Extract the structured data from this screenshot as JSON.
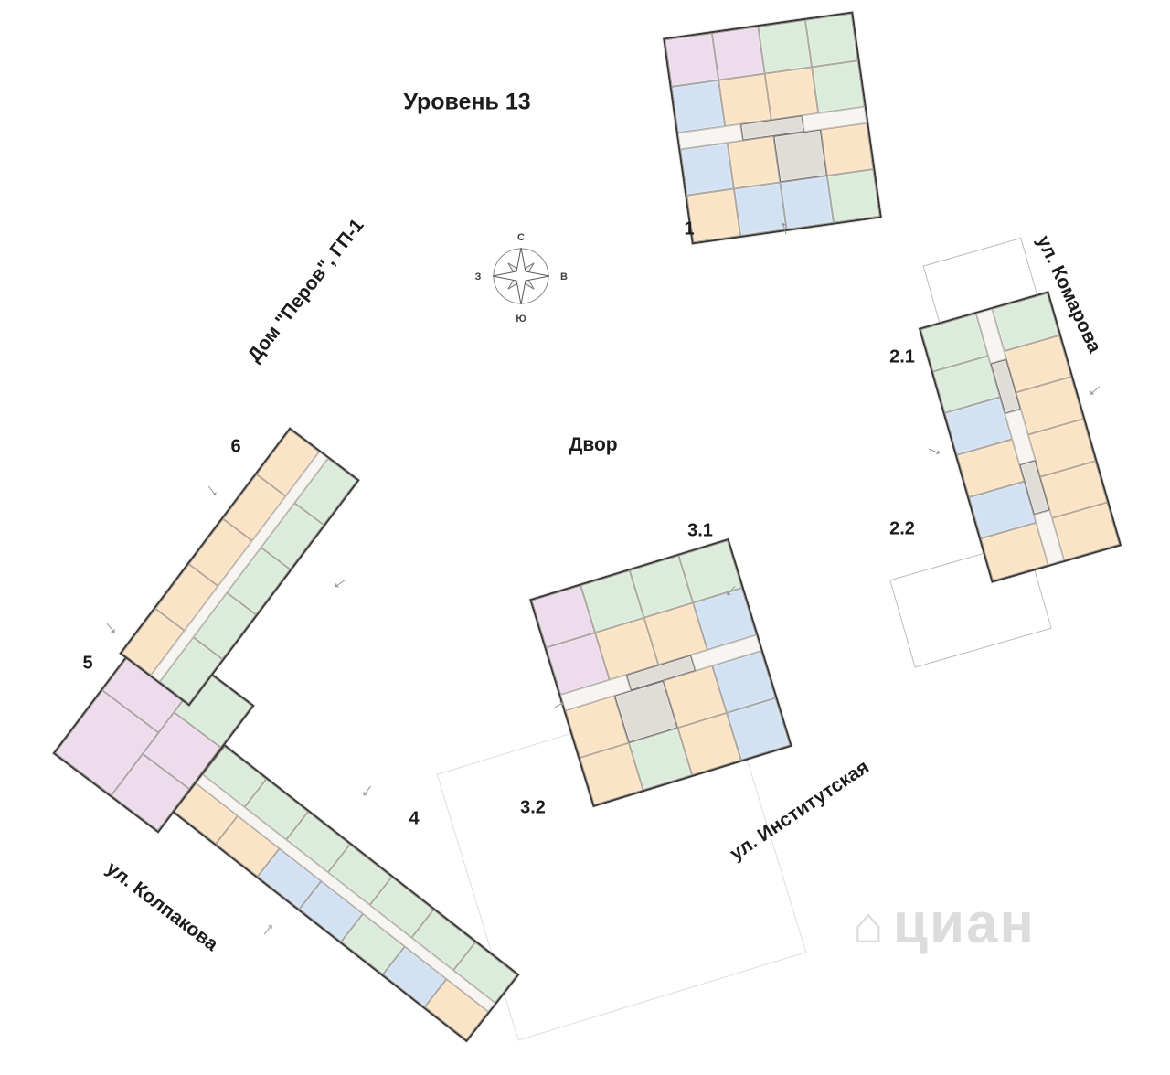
{
  "title": "Уровень 13",
  "project_name": "Дом \"Перов\", ГП-1",
  "courtyard_label": "Двор",
  "compass": {
    "north": "С",
    "east": "В",
    "south": "Ю",
    "west": "З"
  },
  "streets": [
    "ул. Комарова",
    "ул. Институтская",
    "ул. Колпакова"
  ],
  "section_labels": [
    "1",
    "2.1",
    "2.2",
    "3.1",
    "3.2",
    "4",
    "5",
    "6"
  ],
  "watermark": {
    "text": "циан"
  },
  "icons": {
    "entrance_arrow": "↑",
    "cian_logo": "⌂"
  },
  "palette": {
    "orange": "#fbe4c6",
    "green": "#dcecdc",
    "blue": "#d2e2f2",
    "pink": "#ecdcec",
    "hall": "#f7f5f2",
    "core": "#e0ddd9",
    "white": "#ffffff"
  },
  "plans": [
    {
      "building": "1",
      "stripes": [
        {
          "h": 1,
          "cells": [
            "pink",
            "pink",
            "green",
            "green"
          ]
        },
        {
          "h": 1,
          "cells": [
            "blue",
            "orange",
            "orange",
            "green"
          ]
        },
        {
          "h": 0.33,
          "cells": [
            "hall",
            "core",
            "hall"
          ]
        },
        {
          "h": 1,
          "cells": [
            "blue",
            "orange",
            "core",
            "orange"
          ]
        },
        {
          "h": 1,
          "cells": [
            "orange",
            "blue",
            "blue",
            "green"
          ]
        }
      ]
    },
    {
      "building": "2",
      "stripes": [
        {
          "h": 1,
          "cells": [
            "green",
            "orange",
            "orange",
            "orange",
            "orange",
            "orange"
          ]
        },
        {
          "h": 0.3,
          "cells": [
            "hall",
            "core",
            "hall",
            "core",
            "hall"
          ]
        },
        {
          "h": 1,
          "cells": [
            "green",
            "green",
            "blue",
            "orange",
            "blue",
            "orange"
          ]
        }
      ]
    },
    {
      "building": "3",
      "stripes": [
        {
          "h": 1,
          "cells": [
            "pink",
            "green",
            "green",
            "green"
          ]
        },
        {
          "h": 1,
          "cells": [
            "pink",
            "orange",
            "orange",
            "blue"
          ]
        },
        {
          "h": 0.33,
          "cells": [
            "hall",
            "core",
            "hall"
          ]
        },
        {
          "h": 1,
          "cells": [
            "orange",
            "core",
            "orange",
            "blue"
          ]
        },
        {
          "h": 1,
          "cells": [
            "orange",
            "green",
            "orange",
            "blue"
          ]
        }
      ]
    },
    {
      "building": "4",
      "stripes": [
        {
          "h": 1,
          "cells": [
            "green",
            "green",
            "green",
            "green",
            "green",
            "green",
            "green"
          ]
        },
        {
          "h": 0.28,
          "cells": [
            "hall"
          ]
        },
        {
          "h": 1,
          "cells": [
            "orange",
            "orange",
            "blue",
            "blue",
            "green",
            "blue",
            "orange"
          ]
        }
      ]
    },
    {
      "building": "5",
      "stripes": [
        {
          "h": 1.2,
          "cells": [
            "pink",
            "pink"
          ]
        },
        {
          "h": 1,
          "cells": [
            "pink",
            "pink",
            "green"
          ]
        }
      ]
    },
    {
      "building": "6",
      "stripes": [
        {
          "h": 1,
          "cells": [
            "orange",
            "orange",
            "orange",
            "orange",
            "orange"
          ]
        },
        {
          "h": 0.28,
          "cells": [
            "hall"
          ]
        },
        {
          "h": 1,
          "cells": [
            "green",
            "green",
            "green",
            "green",
            "green"
          ]
        }
      ]
    }
  ]
}
